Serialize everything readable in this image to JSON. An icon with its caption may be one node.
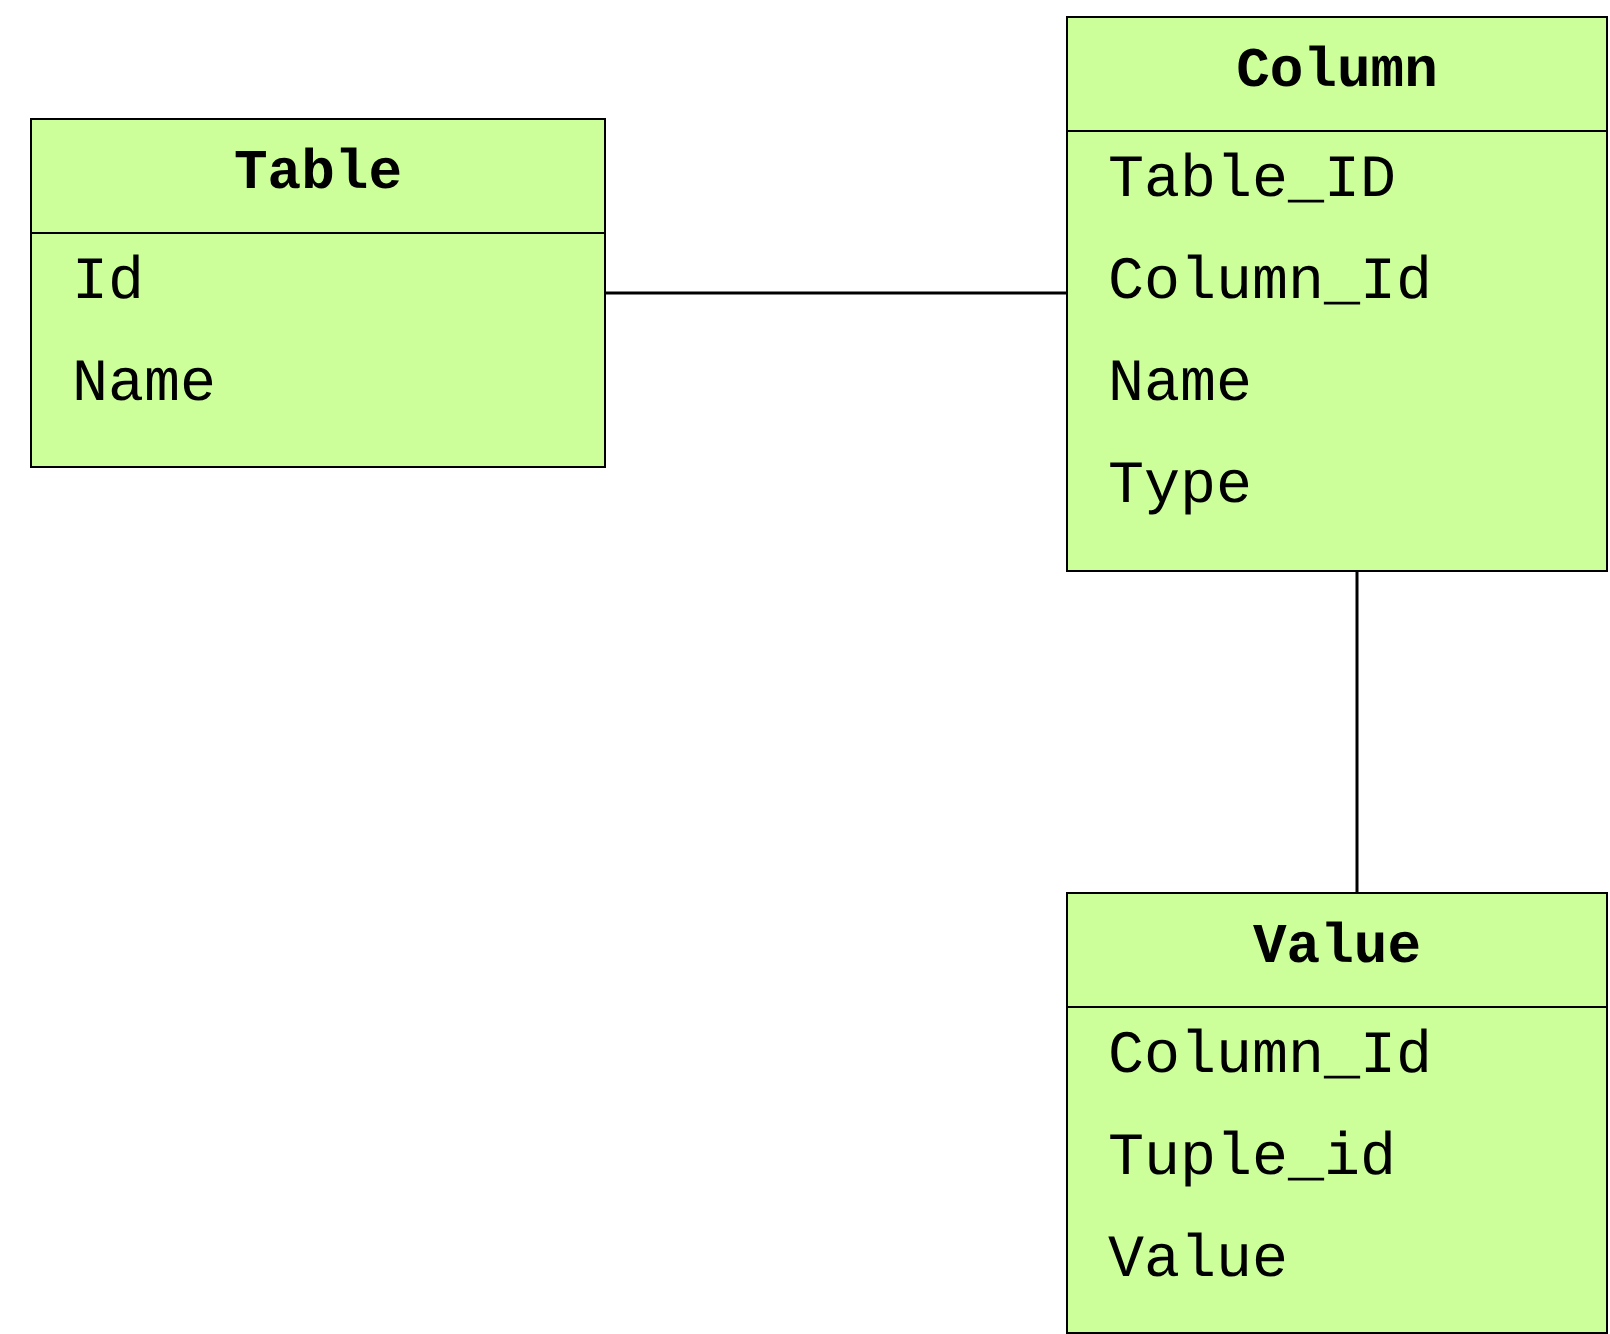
{
  "diagram": {
    "nodes": [
      {
        "text": [
          "Table",
          "Id",
          "Name"
        ]
      },
      {
        "text": [
          "Column",
          "Table_ID",
          "Column_Id",
          "Name",
          "Type"
        ]
      },
      {
        "text": [
          "Value",
          "Column_Id",
          "Tuple_id",
          "Value"
        ]
      }
    ],
    "edges": [
      {
        "from": 0,
        "to": 1,
        "arrow": "none"
      },
      {
        "from": 1,
        "to": 2,
        "arrow": "none"
      }
    ]
  }
}
